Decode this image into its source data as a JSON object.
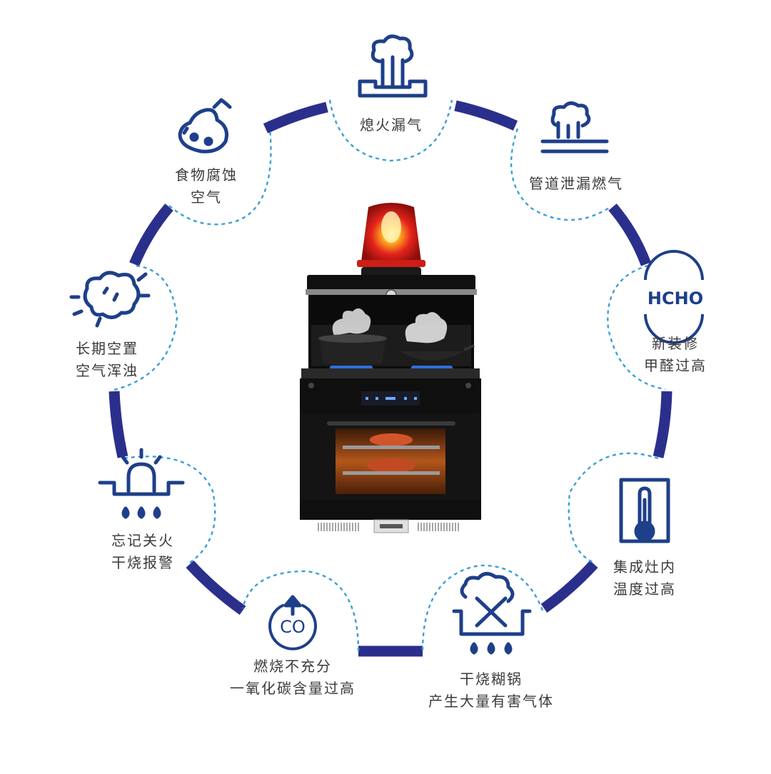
{
  "hazards": [
    {
      "id": "flameout",
      "icon": "gas-rising-from-stove-icon",
      "lines": [
        "熄火漏气"
      ]
    },
    {
      "id": "pipe-leak",
      "icon": "gas-leak-pipe-icon",
      "lines": [
        "管道泄漏燃气"
      ]
    },
    {
      "id": "formaldehyde",
      "icon": "hcho-icon",
      "icon_text": "HCHO",
      "lines": [
        "新装修",
        "甲醛过高"
      ]
    },
    {
      "id": "oven-temp",
      "icon": "thermometer-icon",
      "lines": [
        "集成灶内",
        "温度过高"
      ]
    },
    {
      "id": "dry-burn",
      "icon": "burnt-pot-cross-icon",
      "lines": [
        "干烧糊锅",
        "产生大量有害气体"
      ]
    },
    {
      "id": "co",
      "icon": "co-up-arrow-icon",
      "icon_text": "CO",
      "lines": [
        "燃烧不充分",
        "一氧化碳含量过高"
      ]
    },
    {
      "id": "forgot-off",
      "icon": "alarm-on-stove-icon",
      "lines": [
        "忘记关火",
        "干烧报警"
      ]
    },
    {
      "id": "stale-air",
      "icon": "dirty-air-cloud-icon",
      "lines": [
        "长期空置",
        "空气浑浊"
      ]
    },
    {
      "id": "food-rot",
      "icon": "rotten-pear-icon",
      "lines": [
        "食物腐蚀",
        "空气"
      ]
    }
  ],
  "colors": {
    "icon": "#1e3f8a",
    "arc": "#2b2f8c",
    "dash": "#3aa0d6",
    "label": "#3a3a3a",
    "alarm": "#e4231b",
    "appliance": "#151515"
  }
}
